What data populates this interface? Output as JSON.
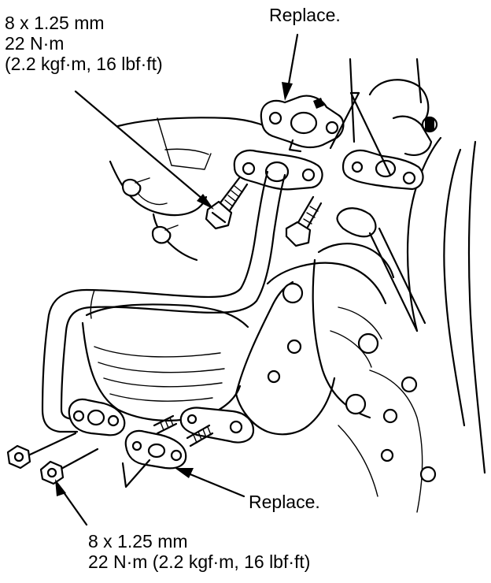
{
  "callouts": {
    "top_left": {
      "line1": "8 x 1.25 mm",
      "line2": "22 N·m",
      "line3": "(2.2 kgf·m, 16 lbf·ft)"
    },
    "top_replace": "Replace.",
    "bottom_replace": "Replace.",
    "bottom_spec": {
      "line1": "8 x 1.25 mm",
      "line2": "22 N·m (2.2 kgf·m, 16 lbf·ft)"
    }
  },
  "colors": {
    "ink": "#000000",
    "paper": "#ffffff"
  }
}
